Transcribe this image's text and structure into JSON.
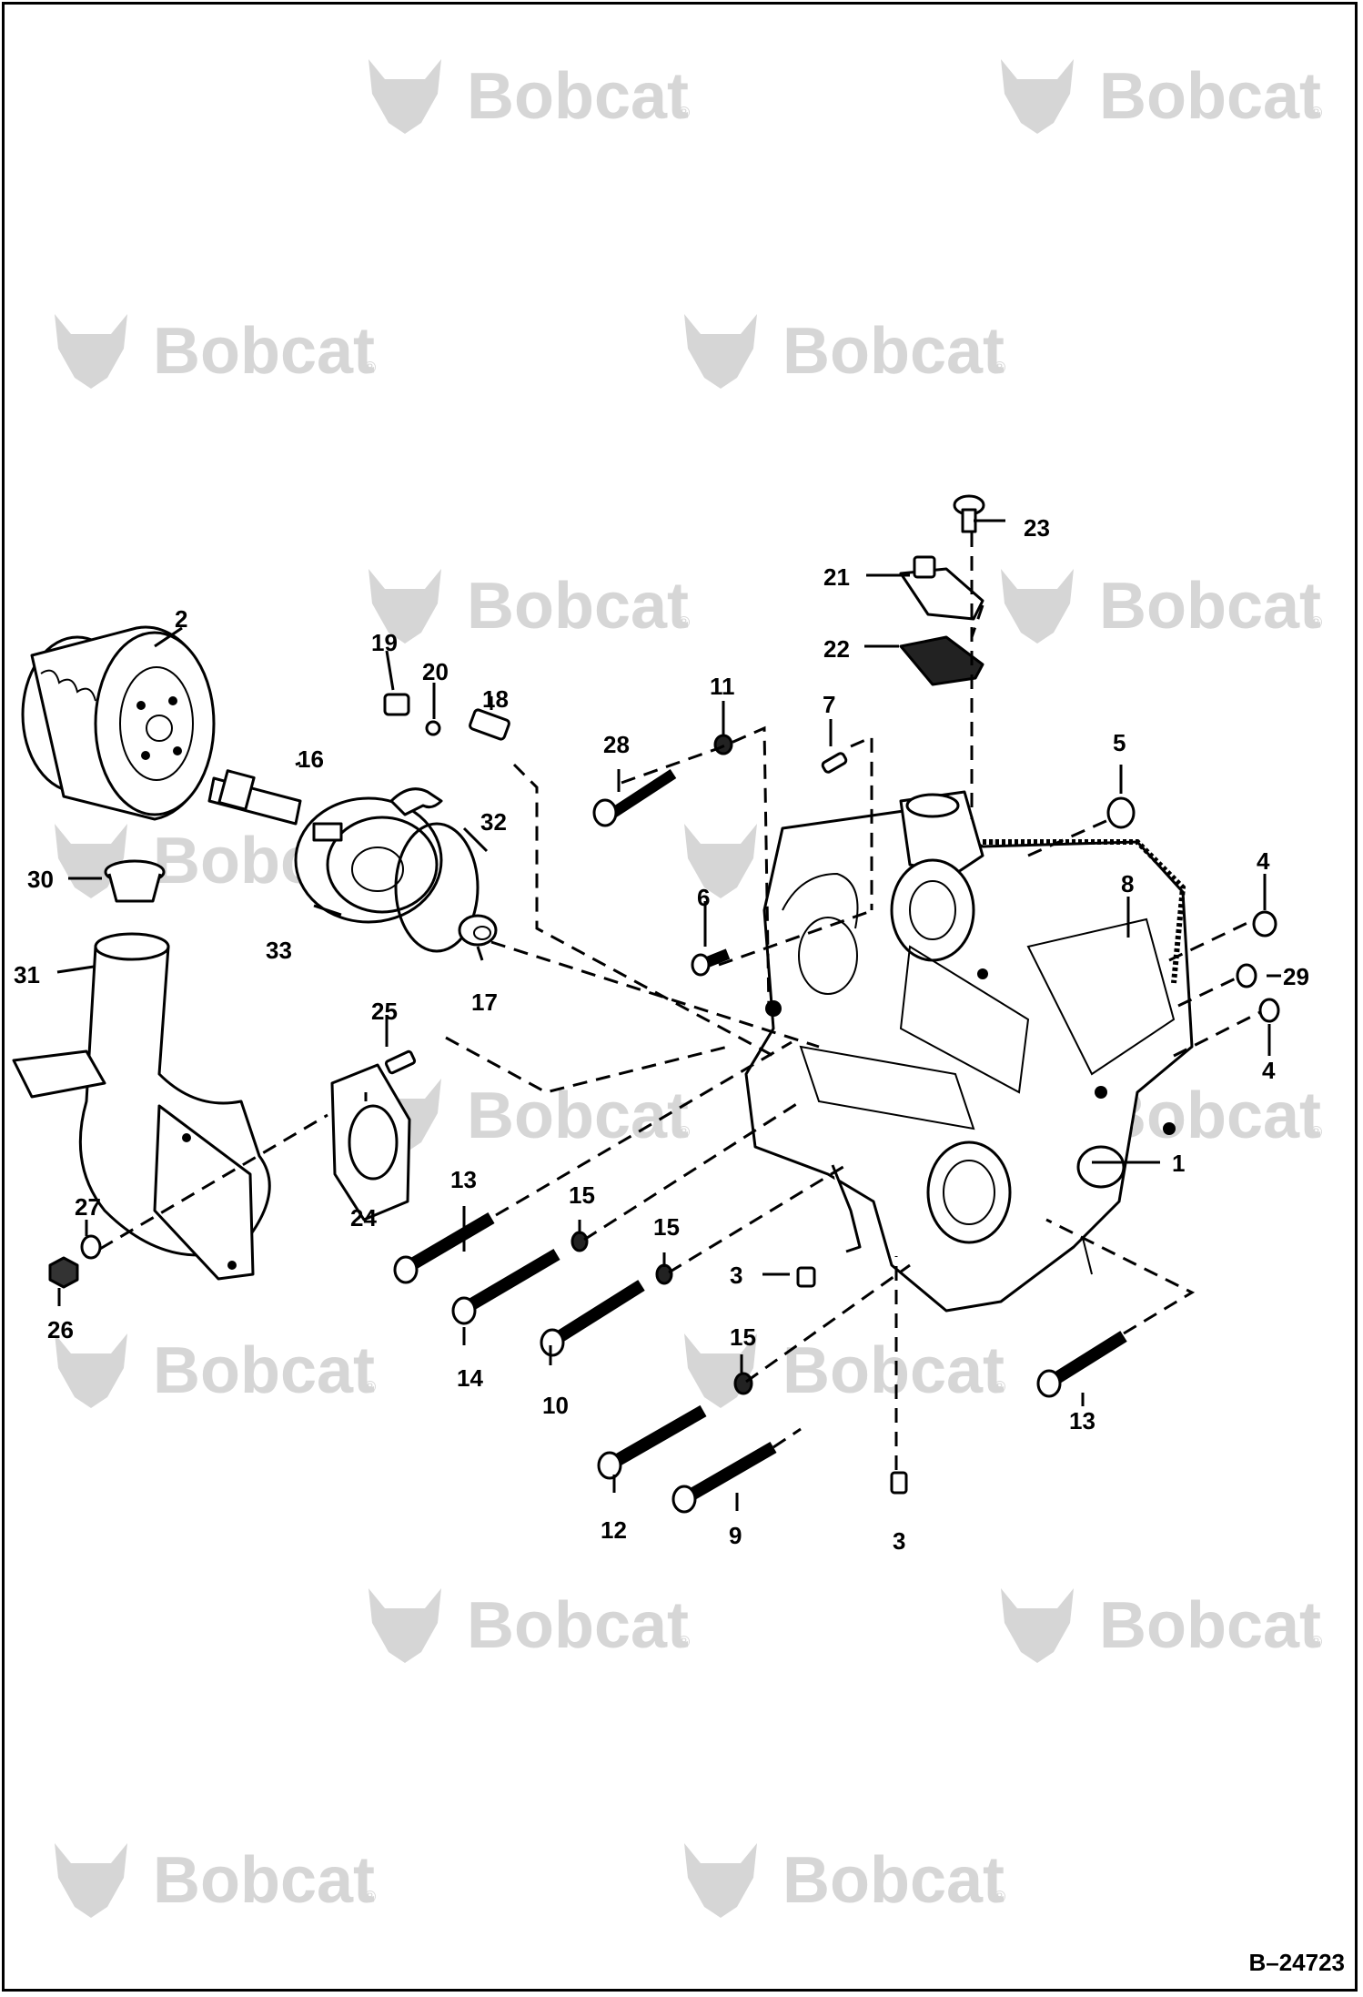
{
  "watermark": {
    "text": "Bobcat",
    "mark": "®",
    "color": "#d6d6d6"
  },
  "drawing_id": "B–24723",
  "callouts": [
    "1",
    "2",
    "3",
    "3",
    "4",
    "4",
    "5",
    "6",
    "7",
    "8",
    "9",
    "10",
    "11",
    "12",
    "13",
    "13",
    "14",
    "15",
    "15",
    "15",
    "16",
    "17",
    "18",
    "19",
    "20",
    "21",
    "22",
    "23",
    "24",
    "25",
    "26",
    "27",
    "28",
    "29",
    "30",
    "31",
    "32",
    "33"
  ]
}
